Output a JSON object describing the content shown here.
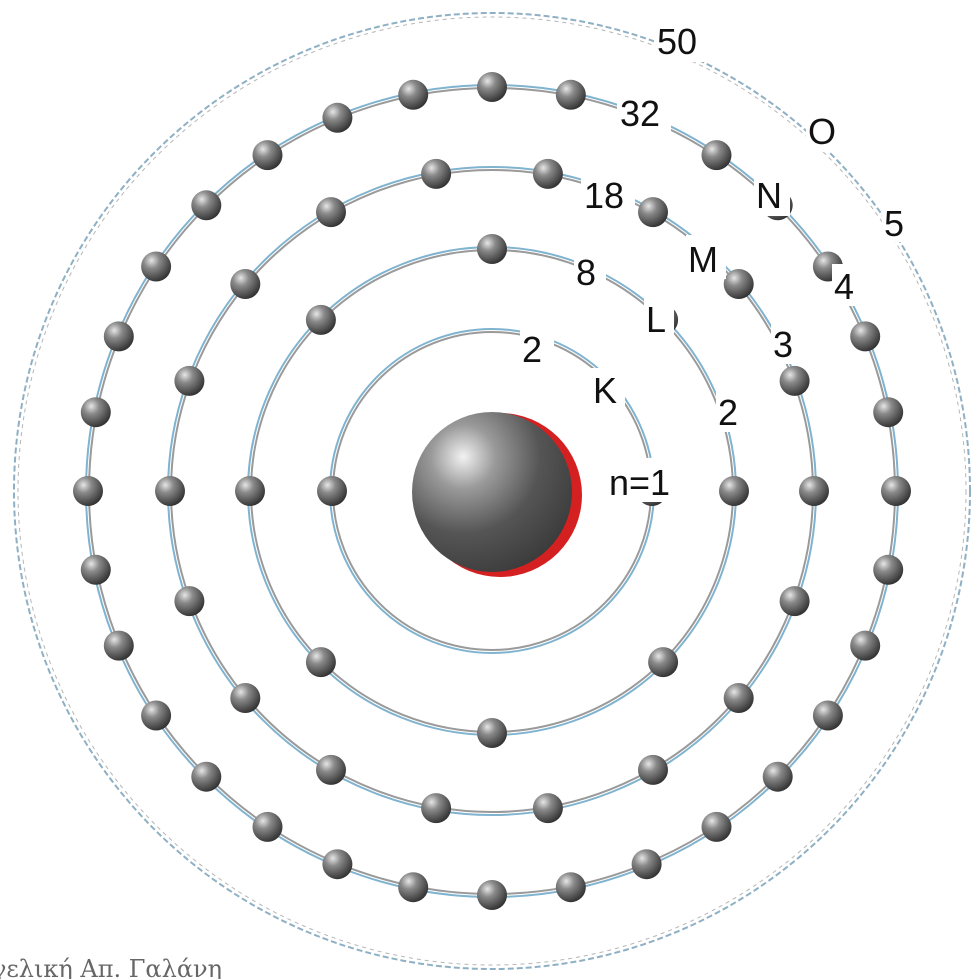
{
  "shells": [
    {
      "letter": "K",
      "n": "n=1",
      "capacity": "2",
      "electrons": 2
    },
    {
      "letter": "L",
      "n": "2",
      "capacity": "8",
      "electrons": 8
    },
    {
      "letter": "M",
      "n": "3",
      "capacity": "18",
      "electrons": 18
    },
    {
      "letter": "N",
      "n": "4",
      "capacity": "32",
      "electrons": 32
    },
    {
      "letter": "O",
      "n": "5",
      "capacity": "50",
      "electrons": 0
    }
  ],
  "credit": "γελική Απ. Γαλάνη",
  "colors": {
    "orbit_blue": "#7fb3cf",
    "orbit_grey": "#9a9a9a",
    "electron": "#4a4a4a",
    "nucleus": "#4d4d4d",
    "nucleus_rim": "#d42020",
    "dashed_orbit": "#8fb0c4"
  }
}
